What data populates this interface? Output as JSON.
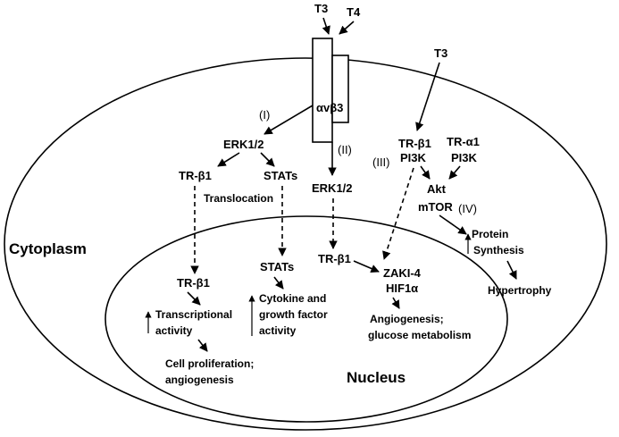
{
  "labels": {
    "t3_top": "T3",
    "t4_top": "T4",
    "t3_right": "T3",
    "receptor": "αvβ3",
    "path_I": "(I)",
    "path_II": "(II)",
    "path_III": "(III)",
    "path_IV": "(IV)",
    "erk_left": "ERK1/2",
    "erk_center": "ERK1/2",
    "tr_b1_left": "TR-β1",
    "stats_left": "STATs",
    "translocation": "Translocation",
    "tr_b1_right": "TR-β1",
    "pi3k_right1": "PI3K",
    "tr_a1": "TR-α1",
    "pi3k_right2": "PI3K",
    "akt": "Akt",
    "mtor": "mTOR",
    "protein": "Protein",
    "synthesis": "Synthesis",
    "hypertrophy": "Hypertrophy",
    "cytoplasm": "Cytoplasm",
    "nucleus": "Nucleus",
    "stats_nuc": "STATs",
    "tr_b1_nuc": "TR-β1",
    "tr_b1_center": "TR-β1",
    "zaki": "ZAKI-4",
    "hif": "HIF1α",
    "angio1": "Angiogenesis;",
    "angio2": "glucose metabolism",
    "trans1": "Transcriptional",
    "trans2": "activity",
    "cyto1": "Cytokine and",
    "cyto2": "growth factor",
    "cyto3": "activity",
    "cell1": "Cell proliferation;",
    "cell2": "angiogenesis"
  }
}
